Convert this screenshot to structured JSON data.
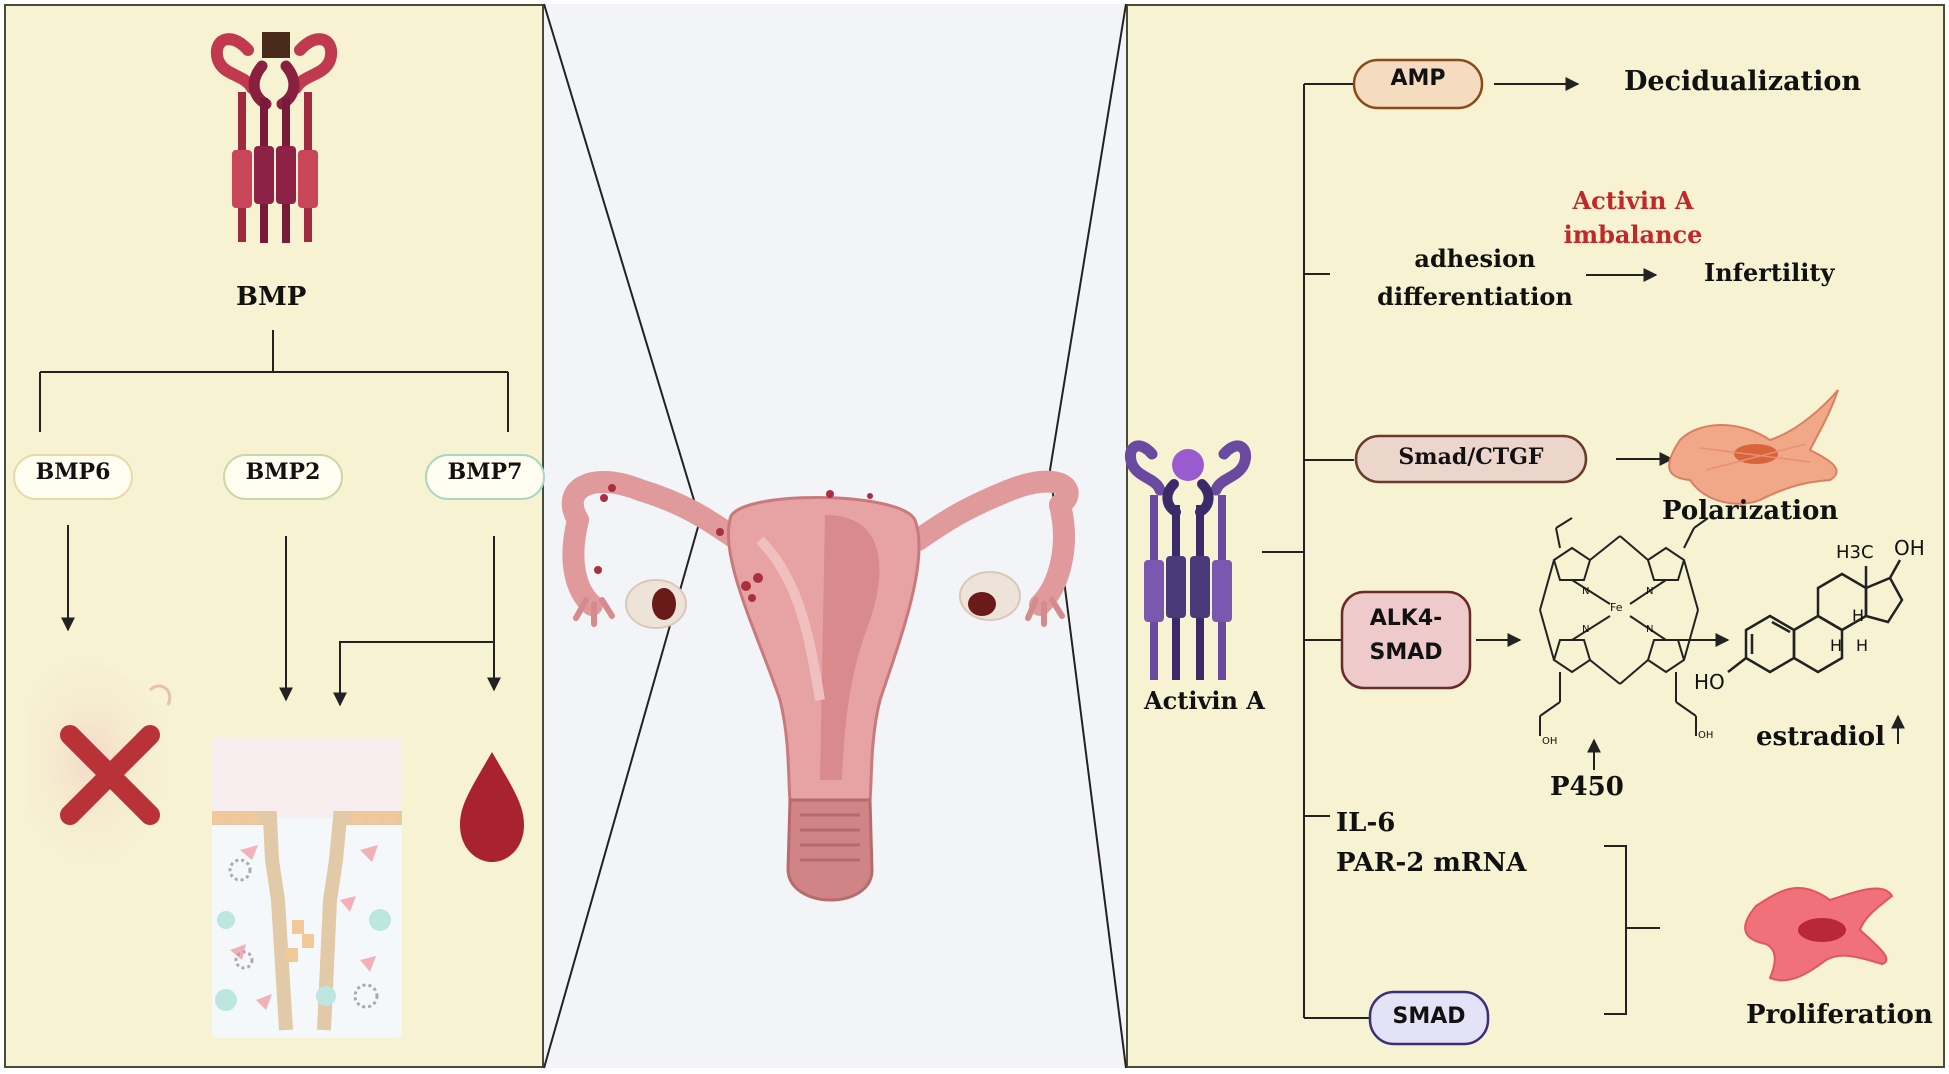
{
  "left": {
    "bmp_label": "BMP",
    "bmp6": "BMP6",
    "bmp2": "BMP2",
    "bmp7": "BMP7"
  },
  "right": {
    "activin_label": "Activin A",
    "amp": "AMP",
    "decidualization": "Decidualization",
    "adhesion": "adhesion",
    "differentiation": "differentiation",
    "imbalance_line1": "Activin A",
    "imbalance_line2": "imbalance",
    "infertility": "Infertility",
    "smad_ctgf": "Smad/CTGF",
    "polarization": "Polarization",
    "alk4_line1": "ALK4-",
    "alk4_line2": "SMAD",
    "p450": "P450",
    "estradiol": "estradiol",
    "il6": "IL-6",
    "par2": "PAR-2 mRNA",
    "smad": "SMAD",
    "proliferation": "Proliferation",
    "chem_h3c": "H3C",
    "chem_oh_top": "OH",
    "chem_ho": "HO",
    "chem_h": "H",
    "chem_fe": "Fe",
    "chem_n": "N",
    "chem_cooh": "OH"
  },
  "colors": {
    "panel_bg": "#f6f2d2",
    "amp_pill": "#f5dcc0",
    "amp_border": "#8a4a1a",
    "smad_ctgf_pill": "#ecd6cc",
    "alk4_pill": "#eecaca",
    "smad_pill": "#e4e2f6",
    "smad_border": "#3a2f7a",
    "imbalance_text": "#c0282a",
    "receptor_bmp": "#a0283c",
    "receptor_activin": "#5a3a8a"
  }
}
